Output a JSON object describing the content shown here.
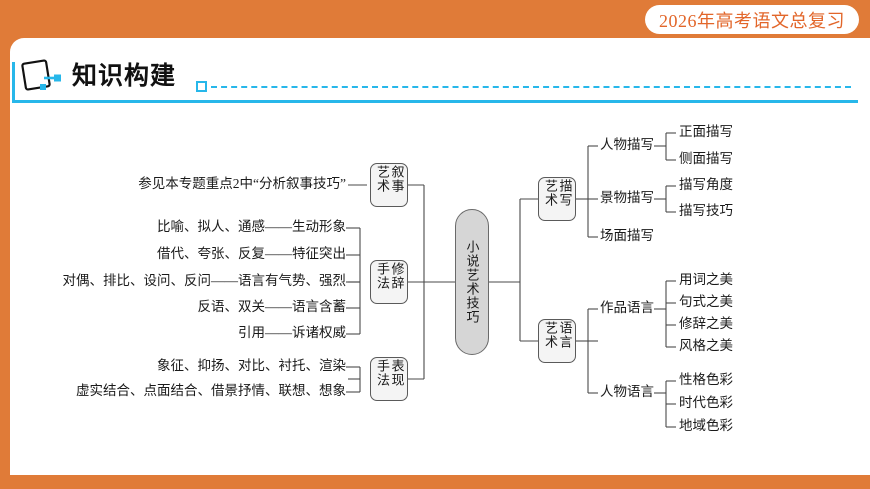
{
  "header": {
    "badge_label": "2026年高考语文总复习",
    "badge_color": "#e2662a",
    "frame_color": "#e07b38"
  },
  "title": {
    "text": "知识构建",
    "icon": "note-pencil-icon",
    "accent_color": "#27b7ea"
  },
  "diagram": {
    "type": "mindmap",
    "center": "小说艺术技巧",
    "left_branches": [
      {
        "label": "叙事艺术",
        "items": [
          "参见本专题重点2中“分析叙事技巧”"
        ]
      },
      {
        "label": "修辞手法",
        "items": [
          "比喻、拟人、通感——生动形象",
          "借代、夸张、反复——特征突出",
          "对偶、排比、设问、反问——语言有气势、强烈",
          "反语、双关——语言含蓄",
          "引用——诉诸权威"
        ]
      },
      {
        "label": "表现手法",
        "items": [
          "象征、抑扬、对比、衬托、渲染",
          "虚实结合、点面结合、借景抒情、联想、想象"
        ]
      }
    ],
    "right_branches": [
      {
        "label": "描写艺术",
        "items": [
          {
            "label": "人物描写",
            "children": [
              "正面描写",
              "侧面描写"
            ]
          },
          {
            "label": "景物描写",
            "children": [
              "描写角度",
              "描写技巧"
            ]
          },
          {
            "label": "场面描写",
            "children": []
          }
        ]
      },
      {
        "label": "语言艺术",
        "items": [
          {
            "label": "作品语言",
            "children": [
              "用词之美",
              "句式之美",
              "修辞之美",
              "风格之美"
            ]
          },
          {
            "label": "人物语言",
            "children": [
              "性格色彩",
              "时代色彩",
              "地域色彩"
            ]
          }
        ]
      }
    ]
  }
}
